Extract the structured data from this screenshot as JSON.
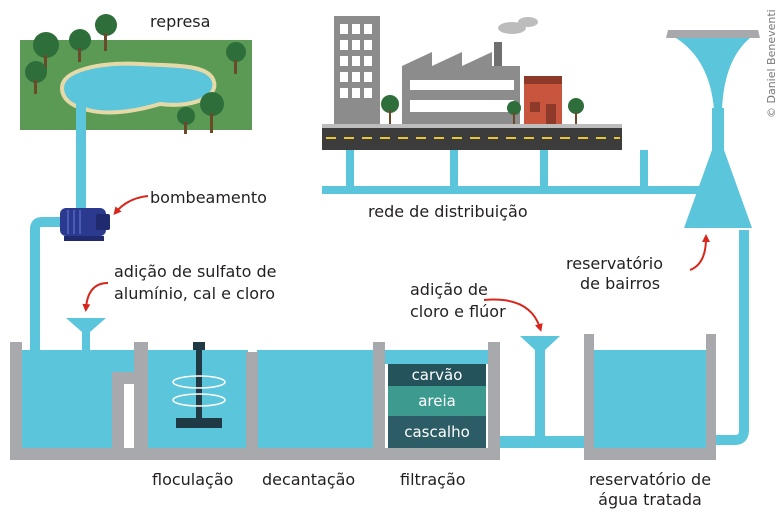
{
  "labels": {
    "represa": "represa",
    "bombeamento": "bombeamento",
    "adicao_sulfato_l1": "adição de sulfato de",
    "adicao_sulfato_l2": "alumínio, cal e cloro",
    "rede": "rede de distribuição",
    "adicao_cloro_l1": "adição de",
    "adicao_cloro_l2": "cloro e flúor",
    "res_bairros_l1": "reservatório",
    "res_bairros_l2": "de bairros",
    "floculacao": "floculação",
    "decantacao": "decantação",
    "filtracao": "filtração",
    "res_tratada_l1": "reservatório de",
    "res_tratada_l2": "água tratada"
  },
  "filter_layers": [
    "carvão",
    "areia",
    "cascalho"
  ],
  "credit": "© Daniel Beneventi",
  "colors": {
    "water": "#5bc5dc",
    "wall": "#a7a9ac",
    "grass": "#5a9a55",
    "tree": "#2e6e3a",
    "pump": "#2b3a8f",
    "arrow": "#d9261c",
    "carvao": "#24535b",
    "areia": "#3d9a8f",
    "cascalho": "#2c5c65",
    "road": "#3c3c3c",
    "building": "#8c8c8c",
    "house": "#c8553d"
  }
}
